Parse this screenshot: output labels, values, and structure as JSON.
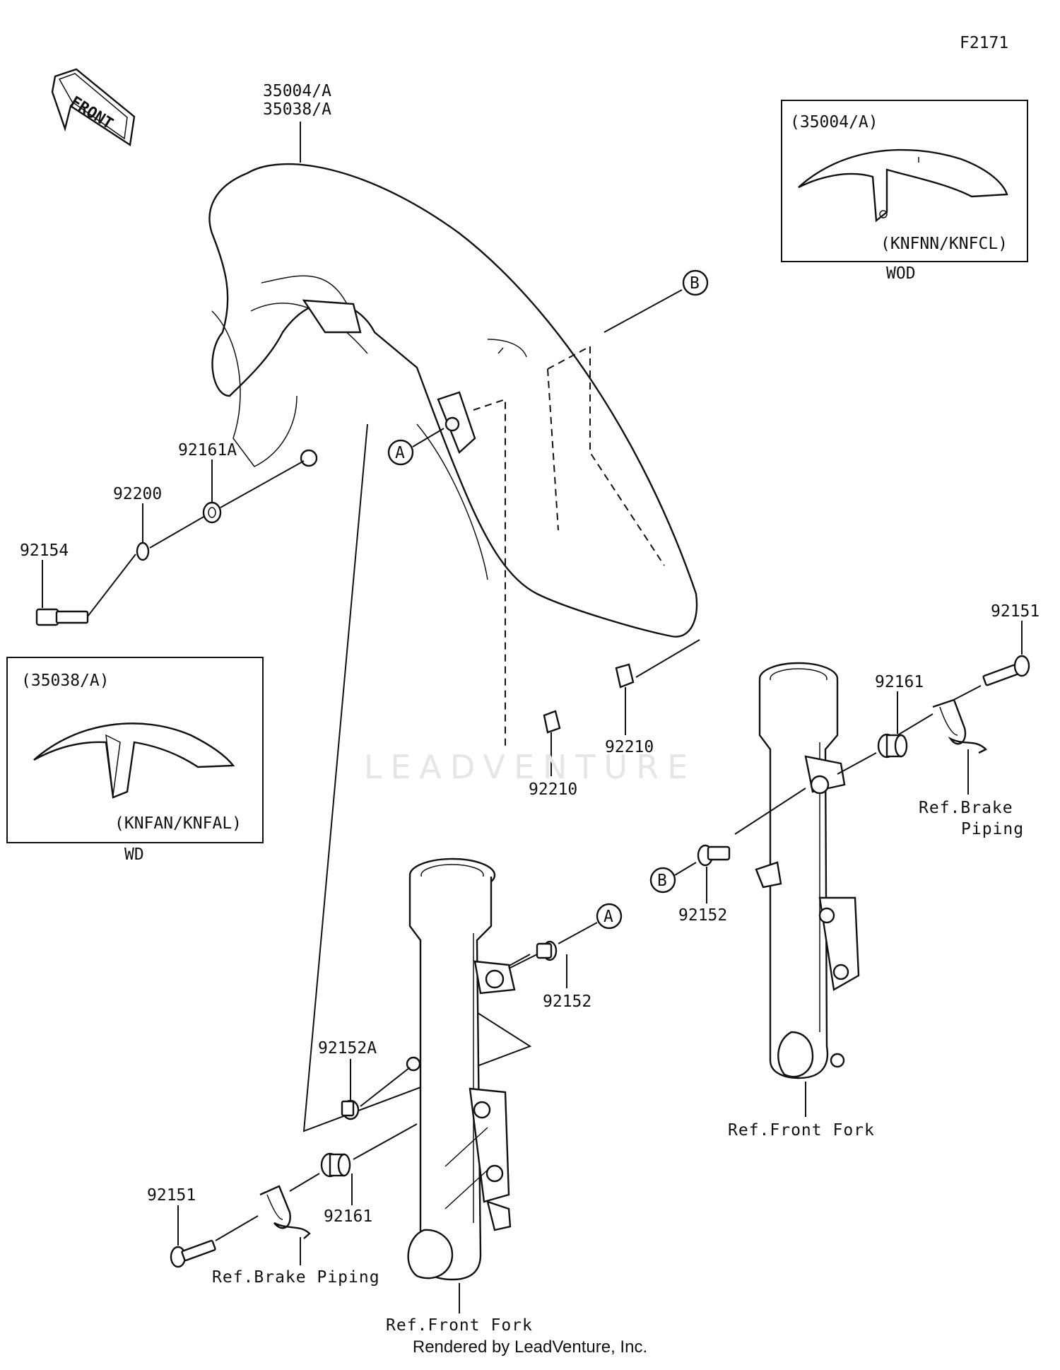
{
  "figure_code": "F2171",
  "front_arrow_label": "FRONT",
  "fender_part_numbers": [
    "35004/A",
    "35038/A"
  ],
  "callouts": {
    "p92161A": "92161A",
    "p92200": "92200",
    "p92154": "92154",
    "p92210_upper": "92210",
    "p92210_lower": "92210",
    "p92151_right": "92151",
    "p92161_right": "92161",
    "p92152_right": "92152",
    "p92152_left": "92152",
    "p92152A": "92152A",
    "p92161_left": "92161",
    "p92151_left": "92151"
  },
  "circle_markers": {
    "a1": "A",
    "b1": "B",
    "a2": "A",
    "b2": "B"
  },
  "refs": {
    "brake_right_line1": "Ref.Brake",
    "brake_right_line2": "Piping",
    "fork_right": "Ref.Front Fork",
    "brake_left": "Ref.Brake Piping",
    "fork_left": "Ref.Front Fork"
  },
  "inset_wod": {
    "title": "(35004/A)",
    "models": "(KNFNN/KNFCL)",
    "caption": "WOD"
  },
  "inset_wd": {
    "title": "(35038/A)",
    "models": "(KNFAN/KNFAL)",
    "caption": "WD"
  },
  "watermark": "LEADVENTURE",
  "footer": "Rendered by LeadVenture, Inc."
}
